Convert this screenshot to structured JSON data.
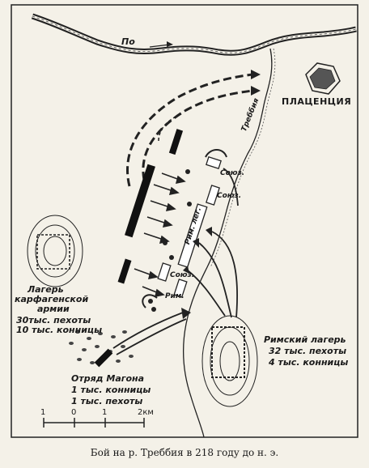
{
  "labels": {
    "river_po": "По",
    "city": "ПЛАЦЕНЦИЯ",
    "river_trebbia": "Треббия",
    "sojuz_1": "Союз.",
    "sojuz_2": "Союз.",
    "sojuz_3": "Союз.",
    "rim_leg": "Рим. лег.",
    "rim": "Рим.",
    "carth_camp_title_1": "Лагерь",
    "carth_camp_title_2": "карфагенской",
    "carth_camp_title_3": "армии",
    "carth_infantry": "30тыс. пехоты",
    "carth_cavalry": "10 тыс. конницы",
    "magon_title": "Отряд Магона",
    "magon_cavalry": "1 тыс. конницы",
    "magon_infantry": "1 тыс. пехоты",
    "roman_camp_title": "Римский лагерь",
    "roman_infantry": "32 тыс. пехоты",
    "roman_cavalry": "4 тыс. конницы"
  },
  "scale": {
    "tick_0": "1",
    "tick_1": "0",
    "tick_2": "1",
    "tick_3": "2км"
  },
  "caption": "Бой на р. Треббия в 218 году до н. э."
}
